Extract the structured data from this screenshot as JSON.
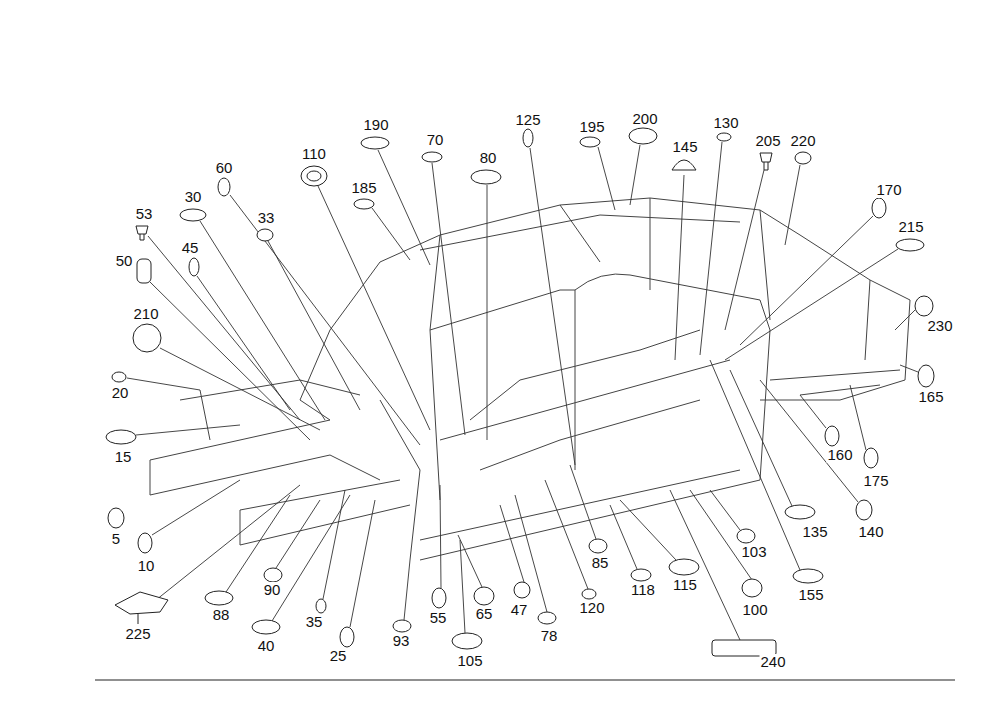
{
  "diagram": {
    "labels": [
      "190",
      "125",
      "200",
      "130",
      "195",
      "70",
      "220",
      "205",
      "60",
      "110",
      "145",
      "80",
      "185",
      "170",
      "30",
      "53",
      "33",
      "215",
      "45",
      "50",
      "210",
      "230",
      "20",
      "165",
      "15",
      "160",
      "175",
      "135",
      "140",
      "5",
      "103",
      "85",
      "10",
      "115",
      "118",
      "90",
      "155",
      "120",
      "47",
      "100",
      "88",
      "65",
      "55",
      "35",
      "225",
      "78",
      "93",
      "40",
      "25",
      "105",
      "240"
    ]
  }
}
